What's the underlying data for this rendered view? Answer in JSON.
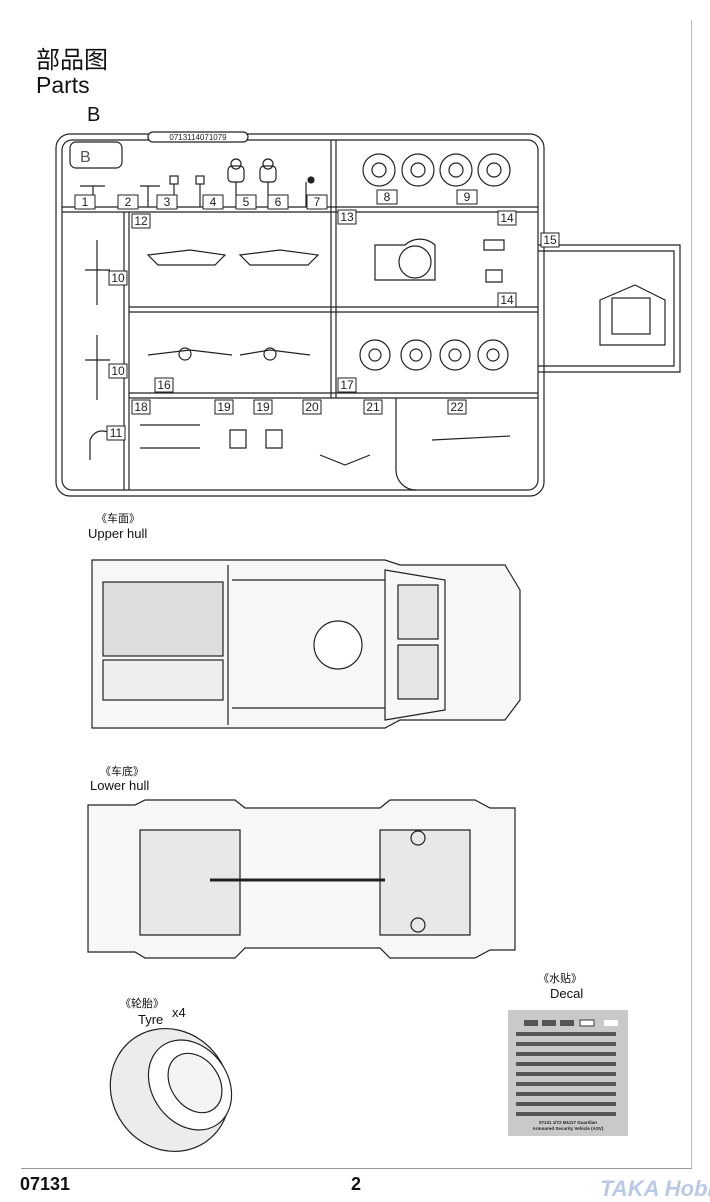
{
  "header": {
    "title_cn": "部品图",
    "title_en": "Parts",
    "sprue_letter": "B"
  },
  "sprue": {
    "code": "0713114071079",
    "frame_letter": "B",
    "part_numbers": [
      "1",
      "2",
      "3",
      "4",
      "5",
      "6",
      "7",
      "8",
      "9",
      "10",
      "10",
      "11",
      "12",
      "13",
      "14",
      "14",
      "15",
      "16",
      "17",
      "18",
      "19",
      "19",
      "20",
      "21",
      "22"
    ]
  },
  "sections": {
    "upper_hull": {
      "cn": "《车面》",
      "en": "Upper hull"
    },
    "lower_hull": {
      "cn": "《车底》",
      "en": "Lower hull"
    },
    "tyre": {
      "cn": "《轮胎》",
      "en": "Tyre",
      "qty": "x4"
    },
    "decal": {
      "cn": "《水贴》",
      "en": "Decal",
      "sheet_caption_1": "07131 1/72 M1117 Guardian",
      "sheet_caption_2": "Armoured Security Vehicle (ASV)"
    }
  },
  "footer": {
    "product_code": "07131",
    "page": "2",
    "watermark": "TAKA Hobby"
  }
}
